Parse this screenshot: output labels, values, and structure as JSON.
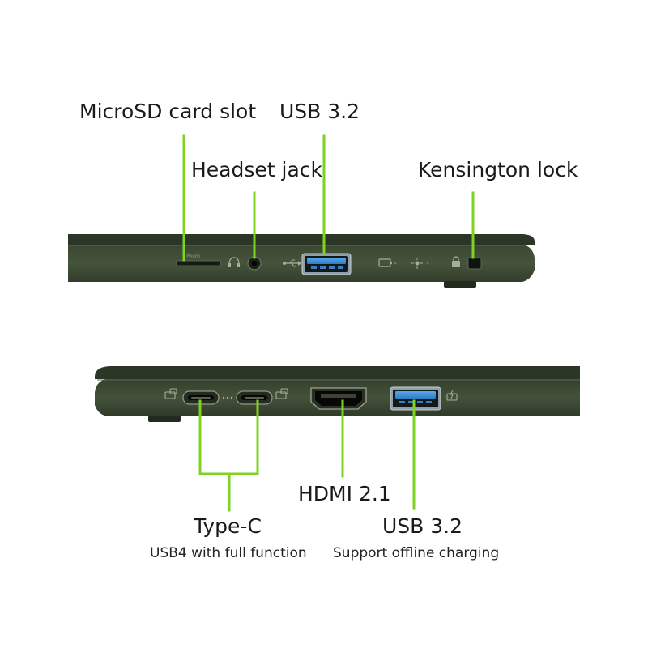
{
  "top_labels": {
    "microsd": "MicroSD card slot",
    "usb_top": "USB 3.2",
    "headset": "Headset jack",
    "kensington": "Kensington lock"
  },
  "bottom_labels": {
    "typec": "Type-C",
    "typec_sub": "USB4 with full function",
    "hdmi": "HDMI 2.1",
    "usb_bottom": "USB 3.2",
    "usb_bottom_sub": "Support offline charging"
  },
  "colors": {
    "laptop_body": "#3d4a35",
    "laptop_edge": "#2b3527",
    "leader_line": "#7ed321",
    "usb_blue": "#3a8fd6",
    "port_dark": "#161a14"
  }
}
